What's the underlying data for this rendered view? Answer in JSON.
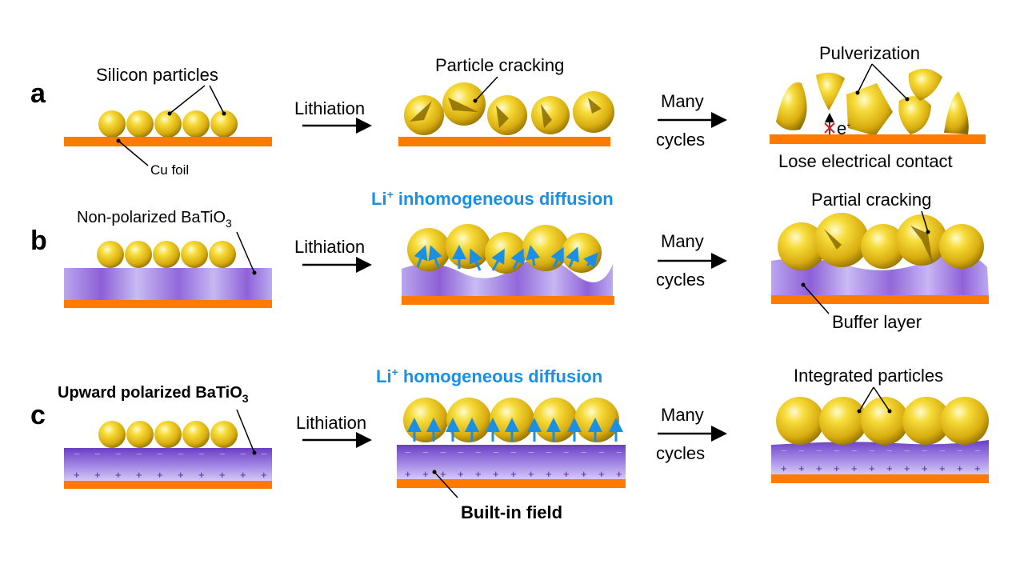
{
  "row_labels": {
    "a": "a",
    "b": "b",
    "c": "c"
  },
  "row_a": {
    "silicon_particles": "Silicon particles",
    "cu_foil": "Cu foil",
    "lithiation": "Lithiation",
    "particle_cracking": "Particle cracking",
    "many": "Many",
    "cycles": "cycles",
    "pulverization": "Pulverization",
    "electron": "e",
    "electron_sup": "-",
    "lose_contact": "Lose electrical contact"
  },
  "row_b": {
    "non_polarized": "Non-polarized BaTiO",
    "non_polarized_sub": "3",
    "lithiation": "Lithiation",
    "li_title": "Li",
    "li_title_sup": "+",
    "li_title_rest": " inhomogeneous diffusion",
    "many": "Many",
    "cycles": "cycles",
    "partial_cracking": "Partial cracking",
    "buffer_layer": "Buffer layer"
  },
  "row_c": {
    "upward_polarized": "Upward polarized BaTiO",
    "upward_polarized_sub": "3",
    "lithiation": "Lithiation",
    "li_title": "Li",
    "li_title_sup": "+",
    "li_title_rest": " homogeneous diffusion",
    "built_in_field": "Built-in field",
    "many": "Many",
    "cycles": "cycles",
    "integrated_particles": "Integrated particles"
  },
  "colors": {
    "particle": "#e8c21a",
    "particle_highlight": "#fff3a0",
    "particle_shadow": "#8a6a00",
    "cu_foil": "#ff7a00",
    "batio3_light": "#c8b8f0",
    "batio3_dark": "#7a4fd0",
    "arrow_blue": "#1a8fe3",
    "text_blue": "#1a8fe3",
    "cross_red": "#e02020"
  },
  "symbols": {
    "plus": "+",
    "minus": "−"
  }
}
